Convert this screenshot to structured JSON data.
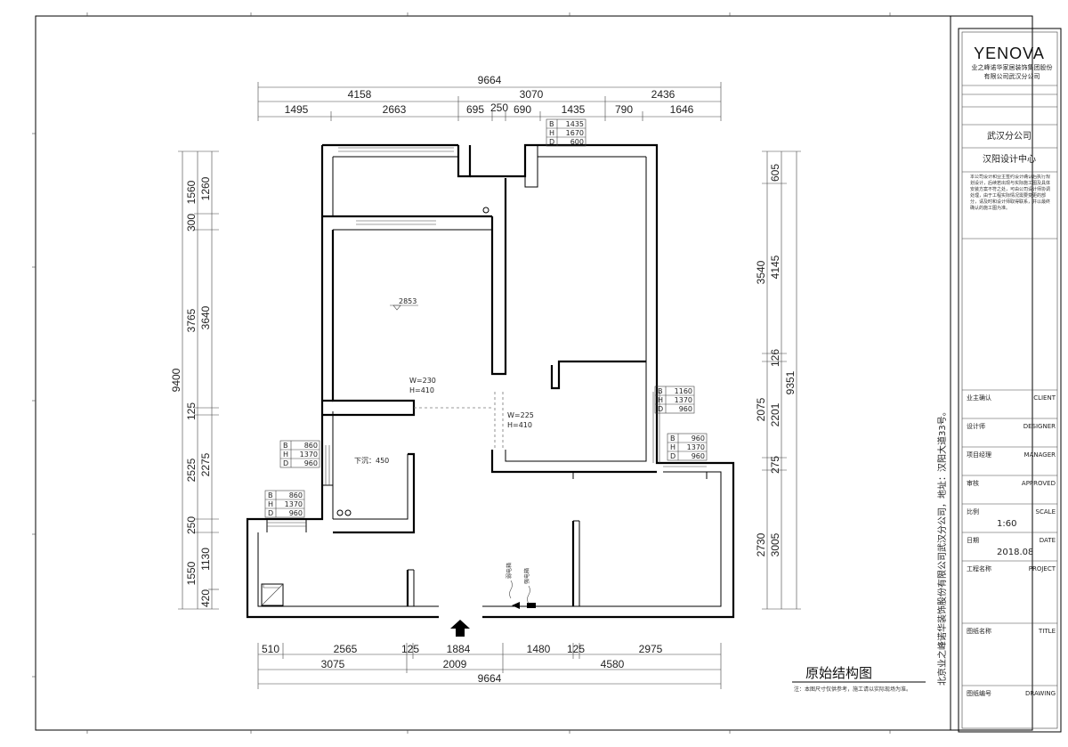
{
  "drawing": {
    "title": "原始结构图",
    "note": "注：本图尺寸仅供参考，施工请以实际现场为准。",
    "vertical_address": "北京业之峰诺华装饰股份有限公司武汉分公司，地址：汉阳大道33号。"
  },
  "dims": {
    "top_total": "9664",
    "top_mid": [
      "4158",
      "3070",
      "2436"
    ],
    "top_fine": [
      "1495",
      "2663",
      "695",
      "250",
      "690",
      "1435",
      "790",
      "1646"
    ],
    "bottom_fine": [
      "510",
      "2565",
      "125",
      "1884",
      "1480",
      "125",
      "2975"
    ],
    "bottom_mid": [
      "3075",
      "2009",
      "4580"
    ],
    "bottom_total": "9664",
    "left_total": "9400",
    "left_mid": [
      "1560",
      "300",
      "3765",
      "125",
      "2525",
      "250",
      "1550"
    ],
    "left_fine": [
      "1260",
      "3640",
      "2275",
      "1130",
      "420"
    ],
    "right_total": "9351",
    "right_mid": [
      "605",
      "4145",
      "126",
      "2201",
      "275",
      "3005"
    ],
    "right_fine": [
      "3540",
      "2075",
      "2730"
    ]
  },
  "annotations": {
    "level": "2853",
    "opening1": [
      "W=230",
      "H=410"
    ],
    "opening2": [
      "W=225",
      "H=410"
    ],
    "sunken": "下沉：450"
  },
  "windows": [
    {
      "rows": [
        [
          "B",
          "1435"
        ],
        [
          "H",
          "1670"
        ],
        [
          "D",
          "600"
        ]
      ]
    },
    {
      "rows": [
        [
          "B",
          "1160"
        ],
        [
          "H",
          "1370"
        ],
        [
          "D",
          "960"
        ]
      ]
    },
    {
      "rows": [
        [
          "B",
          "960"
        ],
        [
          "H",
          "1370"
        ],
        [
          "D",
          "960"
        ]
      ]
    },
    {
      "rows": [
        [
          "B",
          "860"
        ],
        [
          "H",
          "1370"
        ],
        [
          "D",
          "960"
        ]
      ]
    },
    {
      "rows": [
        [
          "B",
          "860"
        ],
        [
          "H",
          "1370"
        ],
        [
          "D",
          "960"
        ]
      ]
    }
  ],
  "fixture_labels": [
    "弱电箱",
    "强电箱"
  ],
  "title_block": {
    "logo": "YENOVA",
    "company_line1": "业之峰诺华家居装饰集团股份",
    "company_line2": "有限公司武汉分公司",
    "branch": "武汉分公司",
    "center": "汉阳设计中心",
    "description": "本公司设计和业主签约设计确认后执行规划设计，后续若出现与实际施工图及具体安装方案不符之处，可由公司设计师协调处理，由于工程实际情况需要变更的部分，请及时和设计师取得联系，并以最终确认的施工图为准。",
    "rows": [
      {
        "label": "业主确认",
        "en": "CLIENT",
        "value": ""
      },
      {
        "label": "设计师",
        "en": "DESIGNER",
        "value": ""
      },
      {
        "label": "项目经理",
        "en": "MANAGER",
        "value": ""
      },
      {
        "label": "审核",
        "en": "APPROVED",
        "value": ""
      },
      {
        "label": "比例",
        "en": "SCALE",
        "value": "1:60"
      },
      {
        "label": "日期",
        "en": "DATE",
        "value": "2018.08"
      },
      {
        "label": "工程名称",
        "en": "PROJECT",
        "value": ""
      },
      {
        "label": "图纸名称",
        "en": "TITLE",
        "value": ""
      },
      {
        "label": "图纸编号",
        "en": "DRAWING",
        "value": ""
      }
    ]
  }
}
